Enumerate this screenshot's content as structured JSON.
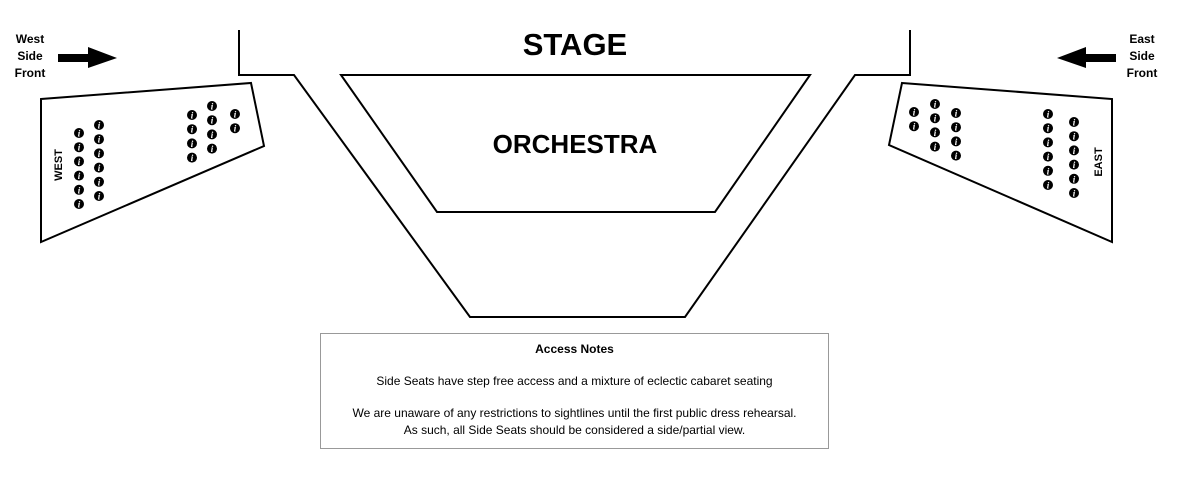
{
  "stage_label": "STAGE",
  "orchestra_label": "ORCHESTRA",
  "west_front": {
    "line1": "West",
    "line2": "Side",
    "line3": "Front"
  },
  "east_front": {
    "line1": "East",
    "line2": "Side",
    "line3": "Front"
  },
  "sections": {
    "west": {
      "label": "WEST",
      "seat_columns": [
        6,
        6,
        4,
        4,
        2
      ]
    },
    "east": {
      "label": "EAST",
      "seat_columns": [
        2,
        4,
        4,
        6,
        6
      ]
    }
  },
  "seat_icon": "info-icon",
  "access_notes": {
    "title": "Access Notes",
    "line1": "Side Seats have step free access and a mixture of eclectic cabaret seating",
    "line2": "We are unaware of any restrictions to sightlines until the first public dress rehearsal.",
    "line3": "As such, all Side Seats should be considered a side/partial view."
  }
}
